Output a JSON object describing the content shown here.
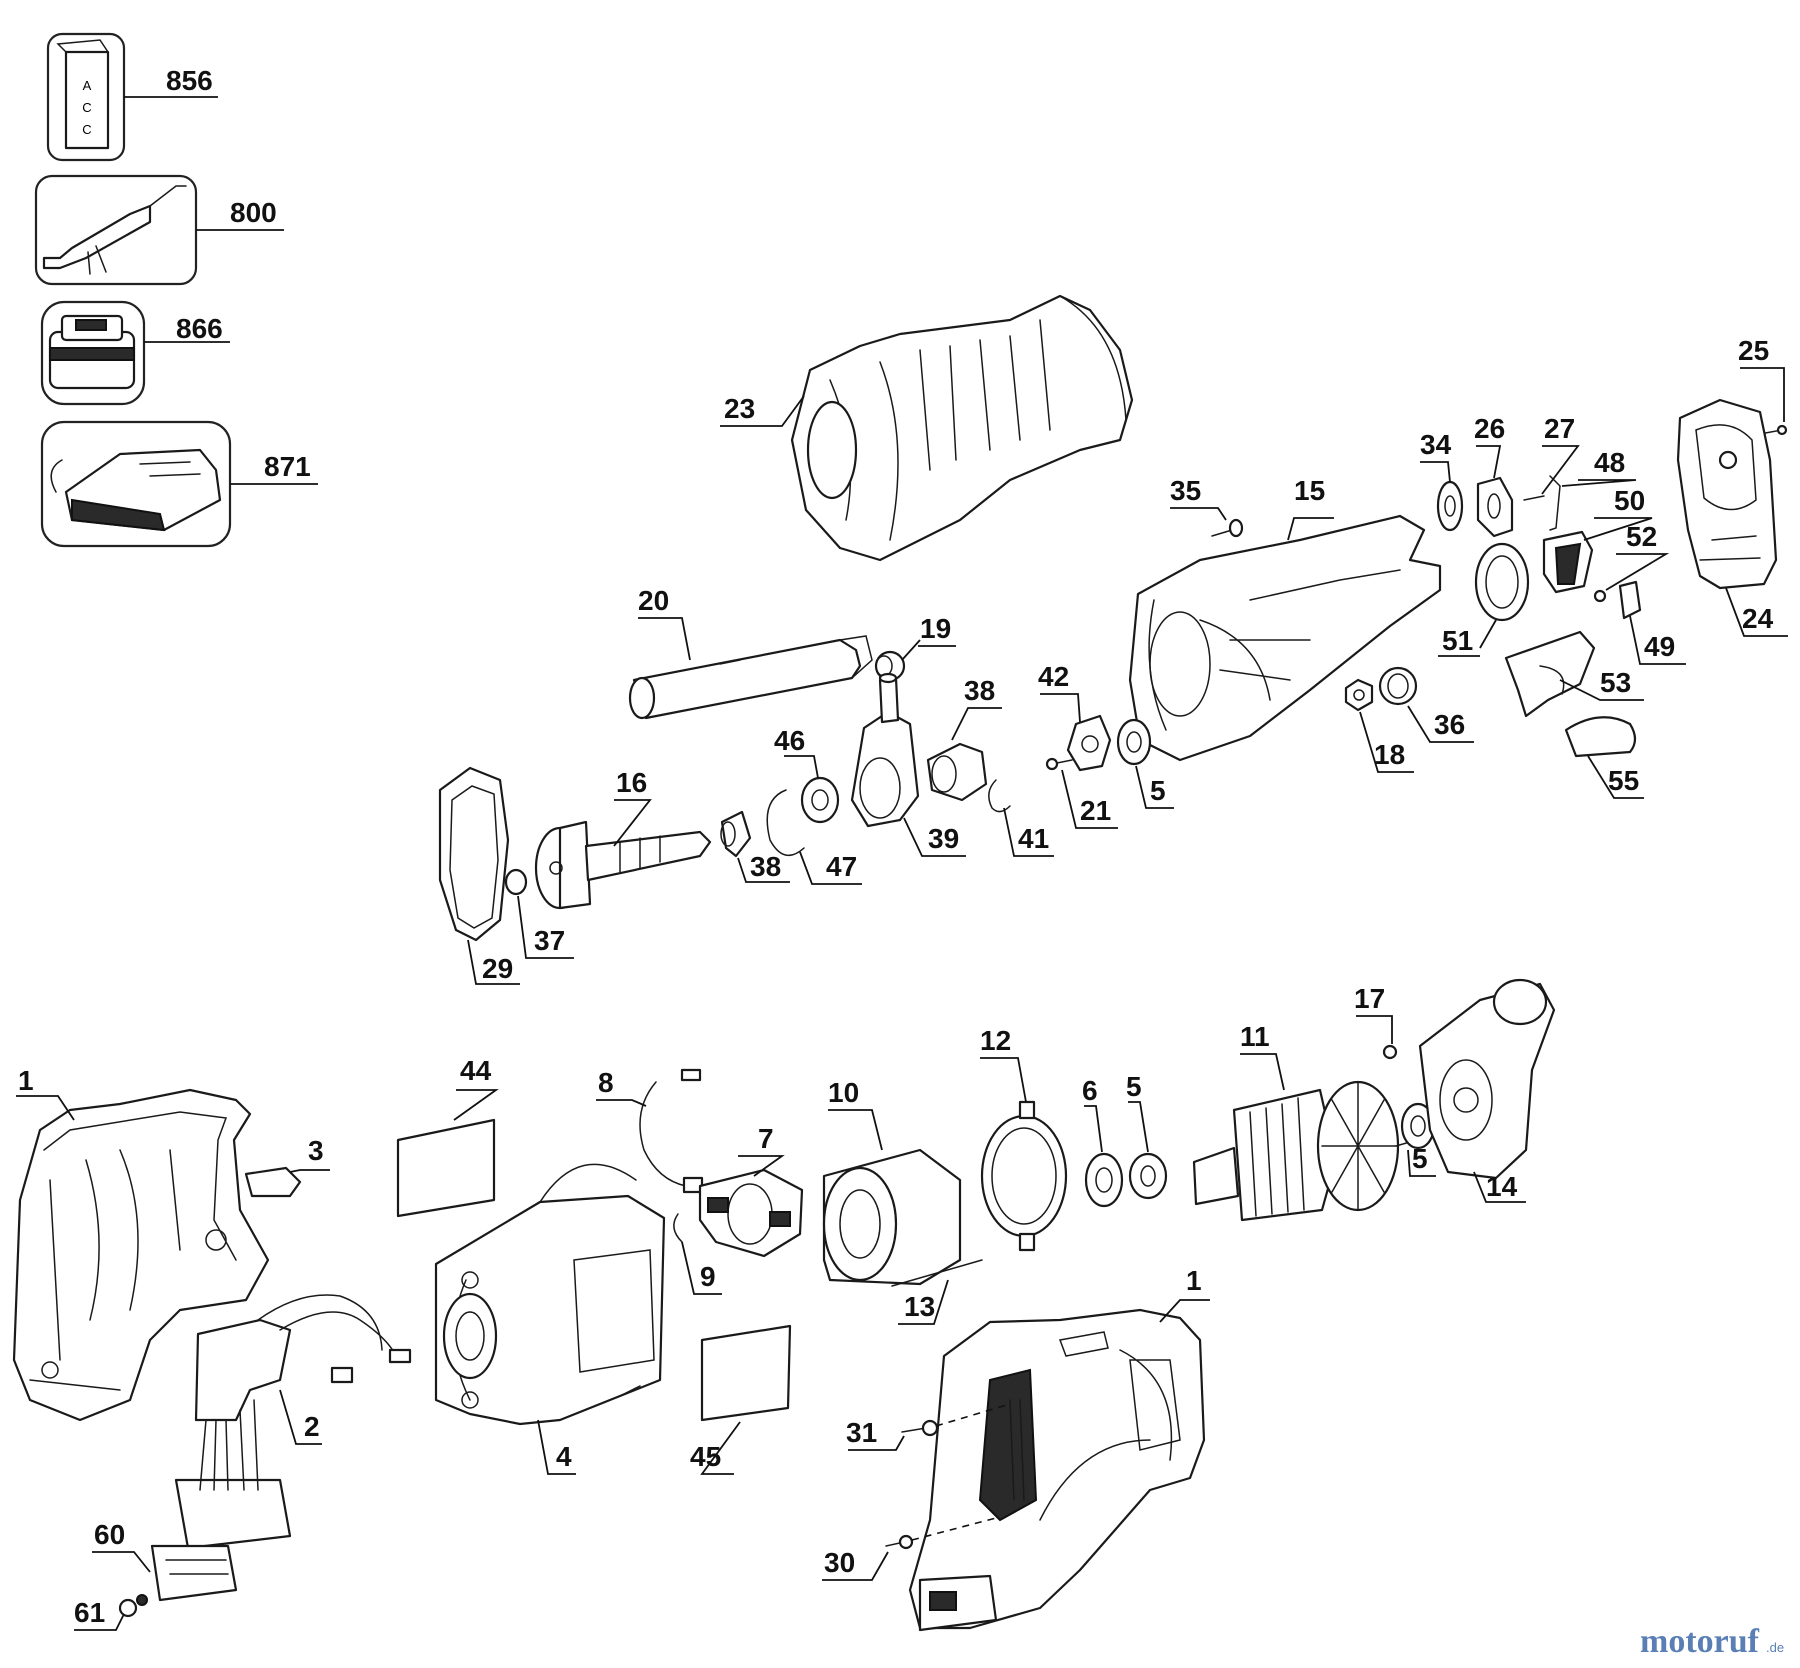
{
  "watermark": {
    "brand": "motoruf",
    "suffix": ".de",
    "color": "#5a7fb5"
  },
  "kit_box_text": [
    "A",
    "C",
    "C"
  ],
  "labels": {
    "p856": "856",
    "p800": "800",
    "p866": "866",
    "p871": "871",
    "p23": "23",
    "p25": "25",
    "p24": "24",
    "p34": "34",
    "p26": "26",
    "p27": "27",
    "p48": "48",
    "p50": "50",
    "p52": "52",
    "p49": "49",
    "p53": "53",
    "p55": "55",
    "p51": "51",
    "p35": "35",
    "p15": "15",
    "p36": "36",
    "p18": "18",
    "p20": "20",
    "p19": "19",
    "p38a": "38",
    "p46": "46",
    "p42": "42",
    "p5a": "5",
    "p21": "21",
    "p41": "41",
    "p39": "39",
    "p47": "47",
    "p38b": "38",
    "p16": "16",
    "p37": "37",
    "p29": "29",
    "p1a": "1",
    "p3": "3",
    "p44": "44",
    "p8": "8",
    "p7": "7",
    "p9": "9",
    "p10": "10",
    "p12": "12",
    "p13": "13",
    "p6": "6",
    "p5b": "5",
    "p11": "11",
    "p17": "17",
    "p5c": "5",
    "p14": "14",
    "p1b": "1",
    "p2": "2",
    "p4": "4",
    "p45": "45",
    "p31": "31",
    "p30": "30",
    "p60": "60",
    "p61": "61"
  }
}
